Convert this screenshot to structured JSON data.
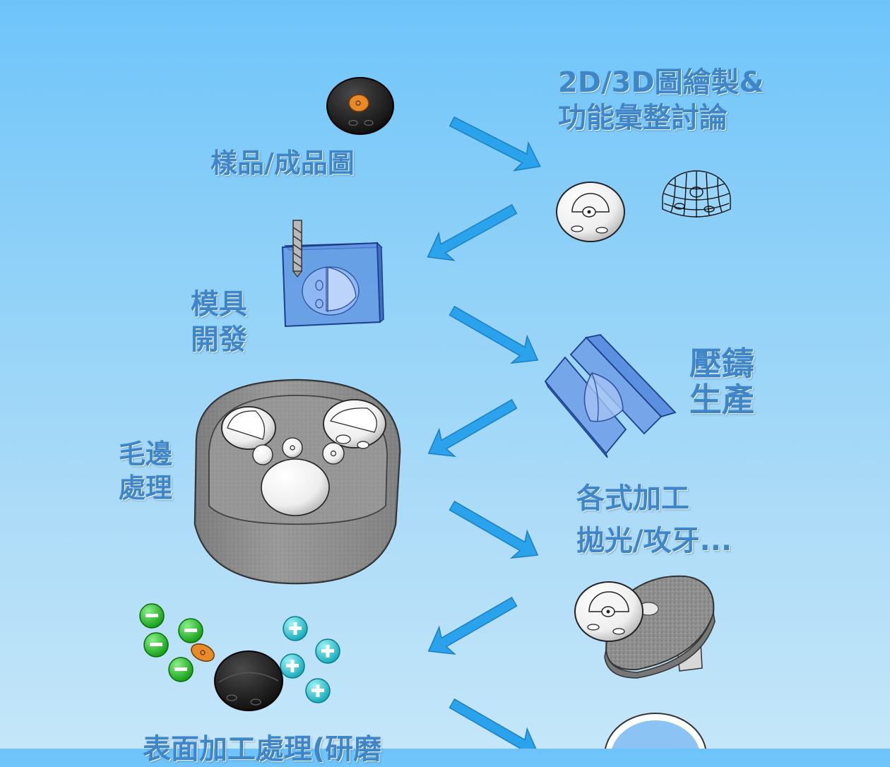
{
  "steps": {
    "sample": {
      "lines": [
        "樣品/成品圖"
      ]
    },
    "design": {
      "lines": [
        "2D/3D圖繪製&",
        "功能彙整討論"
      ]
    },
    "mold": {
      "lines": [
        "模具",
        "開發"
      ]
    },
    "diecast": {
      "lines": [
        "壓鑄",
        "生產"
      ]
    },
    "trim": {
      "lines": [
        "毛邊",
        "處理"
      ]
    },
    "machining": {
      "lines": [
        "各式加工",
        "拋光/攻牙..."
      ]
    },
    "surface": {
      "lines": [
        "表面加工處理(研磨"
      ]
    }
  },
  "colors": {
    "background_top": "#6ec4fa",
    "background_bottom": "#c4e6f9",
    "arrow": "#2aa3ec",
    "label": "#3f86c9",
    "mold_block": "#5b8fe0",
    "negative_ion": "#1fc21f",
    "positive_ion": "#1cc7d4"
  }
}
